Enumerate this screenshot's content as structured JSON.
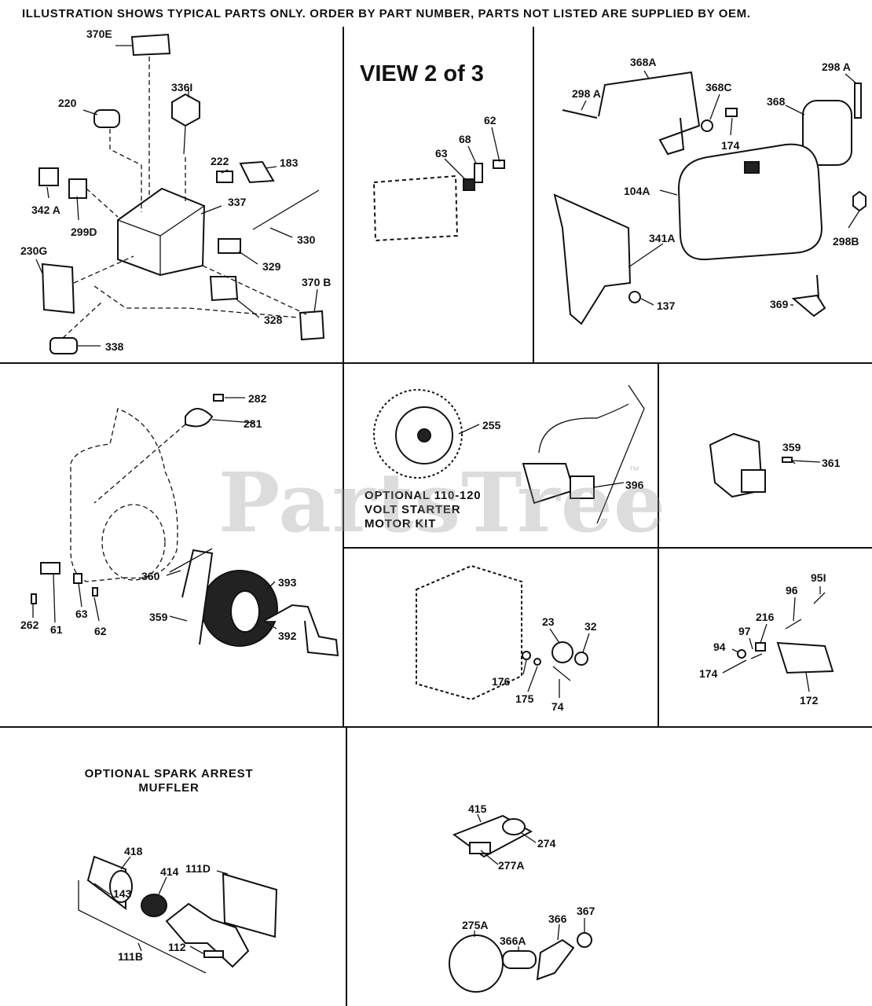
{
  "header_note": "ILLUSTRATION SHOWS TYPICAL PARTS ONLY. ORDER BY PART NUMBER, PARTS NOT LISTED ARE SUPPLIED BY OEM.",
  "view_title": "VIEW 2 of 3",
  "captions": {
    "starter_kit_line1": "OPTIONAL 110-120",
    "starter_kit_line2": "VOLT STARTER",
    "starter_kit_line3": "MOTOR KIT",
    "spark_arrest_line1": "OPTIONAL SPARK ARREST",
    "spark_arrest_line2": "MUFFLER"
  },
  "watermark": "PartsTree",
  "watermark_tm": "™",
  "part_labels": {
    "p370E": "370E",
    "p336I": "336I",
    "p220": "220",
    "p222": "222",
    "p183": "183",
    "p342A": "342 A",
    "p299D": "299D",
    "p337": "337",
    "p330": "330",
    "p329": "329",
    "p230G": "230G",
    "p370B": "370 B",
    "p328": "328",
    "p338": "338",
    "p62a": "62",
    "p68": "68",
    "p63a": "63",
    "p368A": "368A",
    "p298Aa": "298 A",
    "p368C": "368C",
    "p298Ab": "298 A",
    "p368": "368",
    "p174a": "174",
    "p104A": "104A",
    "p341A": "341A",
    "p298B": "298B",
    "p137": "137",
    "p369": "369",
    "p282": "282",
    "p281": "281",
    "p360": "360",
    "p393": "393",
    "p359a": "359",
    "p392": "392",
    "p262": "262",
    "p61": "61",
    "p63b": "63",
    "p62b": "62",
    "p255": "255",
    "p396": "396",
    "p359b": "359",
    "p361": "361",
    "p23": "23",
    "p32": "32",
    "p176": "176",
    "p175": "175",
    "p74": "74",
    "p95I": "95I",
    "p96": "96",
    "p216": "216",
    "p97": "97",
    "p94": "94",
    "p174b": "174",
    "p172": "172",
    "p418": "418",
    "p414": "414",
    "p111D": "111D",
    "p143": "143",
    "p112": "112",
    "p111B": "111B",
    "p415": "415",
    "p274": "274",
    "p277A": "277A",
    "p275A": "275A",
    "p366A": "366A",
    "p366": "366",
    "p367": "367"
  }
}
